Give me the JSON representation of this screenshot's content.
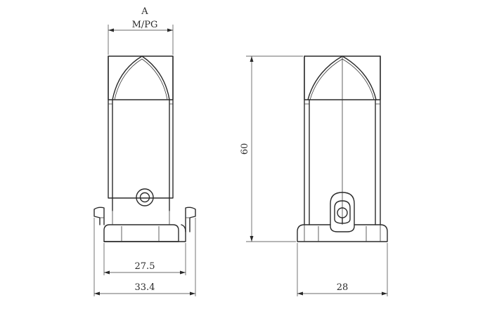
{
  "labels": {
    "a": "A",
    "thread": "M/PG",
    "height": "60",
    "base_inner": "27.5",
    "base_outer": "33.4",
    "side_width": "28"
  }
}
